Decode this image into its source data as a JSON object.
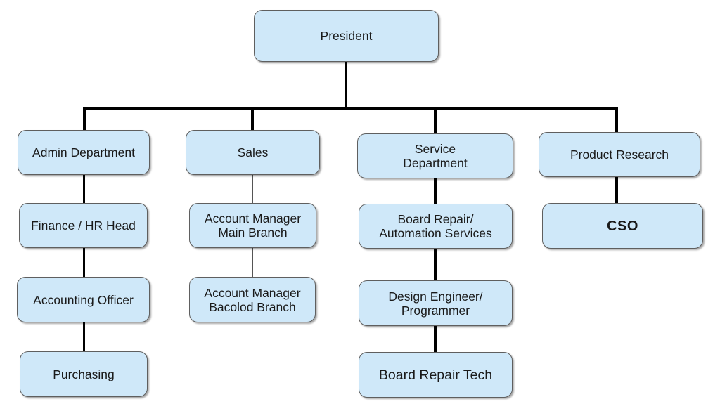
{
  "nodes": {
    "president": "President",
    "admin_department": "Admin Department",
    "sales": "Sales",
    "service_department": "Service\nDepartment",
    "product_research": "Product Research",
    "finance_hr_head": "Finance / HR Head",
    "accounting_officer": "Accounting Officer",
    "purchasing": "Purchasing",
    "account_manager_main": "Account Manager\nMain Branch",
    "account_manager_bacolod": "Account Manager\nBacolod Branch",
    "board_repair_automation": "Board Repair/\nAutomation Services",
    "design_engineer": "Design Engineer/\nProgrammer",
    "board_repair_tech": "Board Repair Tech",
    "cso": "CSO"
  },
  "colors": {
    "box_fill": "#cfe8f9",
    "box_border": "#5f5f5f",
    "connector": "#000000"
  }
}
